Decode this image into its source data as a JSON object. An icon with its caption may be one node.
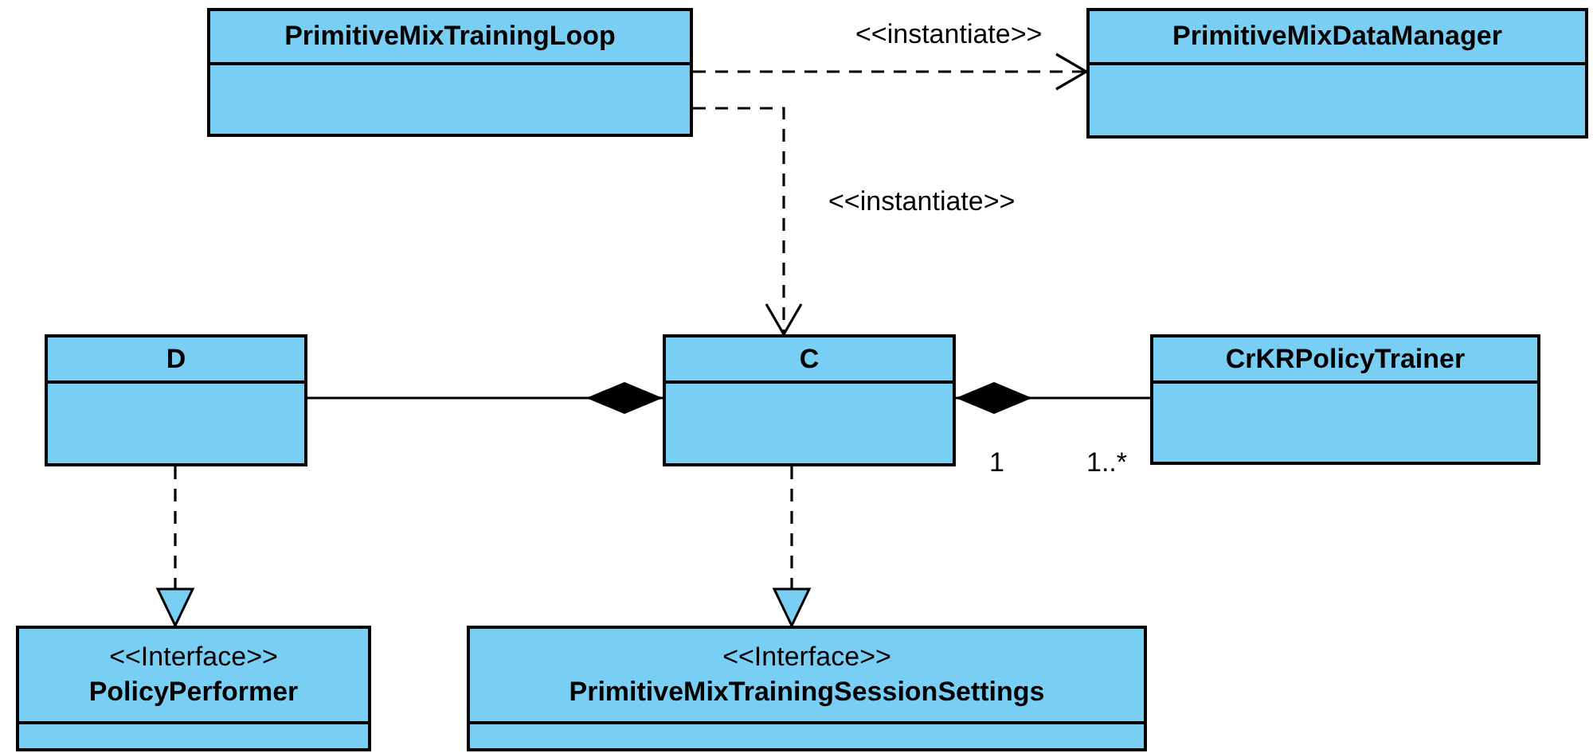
{
  "diagram": {
    "nodes": [
      {
        "text": [
          "PrimitiveMixTrainingLoop"
        ]
      },
      {
        "text": [
          "PrimitiveMixDataManager"
        ]
      },
      {
        "text": [
          "D"
        ]
      },
      {
        "text": [
          "C"
        ]
      },
      {
        "text": [
          "CrKRPolicyTrainer"
        ]
      },
      {
        "text": [
          "<<Interface>>",
          "PolicyPerformer"
        ]
      },
      {
        "text": [
          "<<Interface>>",
          "PrimitiveMixTrainingSessionSettings"
        ]
      }
    ],
    "edges": [
      {
        "from": 0,
        "to": 1,
        "arrow": "to",
        "style": "dashed",
        "label": "<<instantiate>>"
      },
      {
        "from": 0,
        "to": 3,
        "arrow": "to",
        "style": "dashed",
        "label": "<<instantiate>>"
      },
      {
        "from": 3,
        "to": 2,
        "arrow": "other"
      },
      {
        "from": 3,
        "to": 4,
        "arrow": "other"
      },
      {
        "from": 2,
        "to": 5,
        "arrow": "to",
        "style": "dashed"
      },
      {
        "from": 3,
        "to": 6,
        "arrow": "to",
        "style": "dashed"
      }
    ],
    "labels": [
      "1",
      "1..*"
    ]
  }
}
